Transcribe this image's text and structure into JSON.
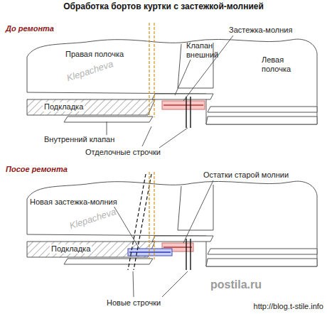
{
  "diagram": {
    "title": "Обработка бортов куртки с застежкой-молнией",
    "labels": [
      "До ремонта",
      "Правая полочка",
      "Klepacheva",
      "Застежка-молния",
      "Клапан внешний",
      "Левая полочка",
      "Подкладка",
      "Внутренний клапан",
      "Отделочные строчки",
      "Посое ремонта",
      "Остатки старой молнии",
      "Новая застежка-молния",
      "Klepacheva",
      "Подкладка",
      "Новые строчки",
      "postila.ru",
      "http://blog.t-stile.info"
    ]
  }
}
